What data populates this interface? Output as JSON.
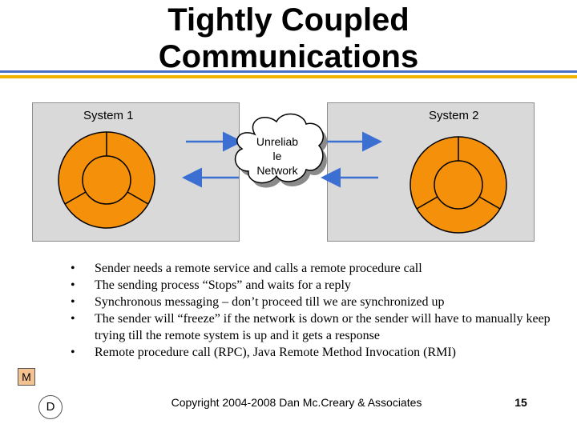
{
  "slide": {
    "title_line1": "Tightly Coupled",
    "title_line2": "Communications"
  },
  "diagram": {
    "system1_label": "System 1",
    "system2_label": "System 2",
    "network_line1": "Unreliab",
    "network_line2": "le",
    "network_line3": "Network",
    "colors": {
      "box_fill": "#d9d9d9",
      "circle_fill": "#f4900a",
      "arrow": "#3b6fd1",
      "title_line_blue": "#4a6fc4",
      "title_line_yellow": "#f0b400"
    }
  },
  "bullets": [
    "Sender needs a remote service and calls a remote procedure call",
    "The sending process “Stops” and waits for a reply",
    "Synchronous messaging – don’t proceed till we are synchronized up",
    "The sender will “freeze” if the network is down or the sender will have to manually keep trying till the remote system is up and it gets a response",
    "Remote procedure call (RPC), Java Remote Method Invocation (RMI)"
  ],
  "footer": {
    "copyright": "Copyright 2004-2008 Dan Mc.Creary & Associates",
    "page_number": "15"
  },
  "markers": {
    "m_label": "M",
    "d_label": "D"
  }
}
